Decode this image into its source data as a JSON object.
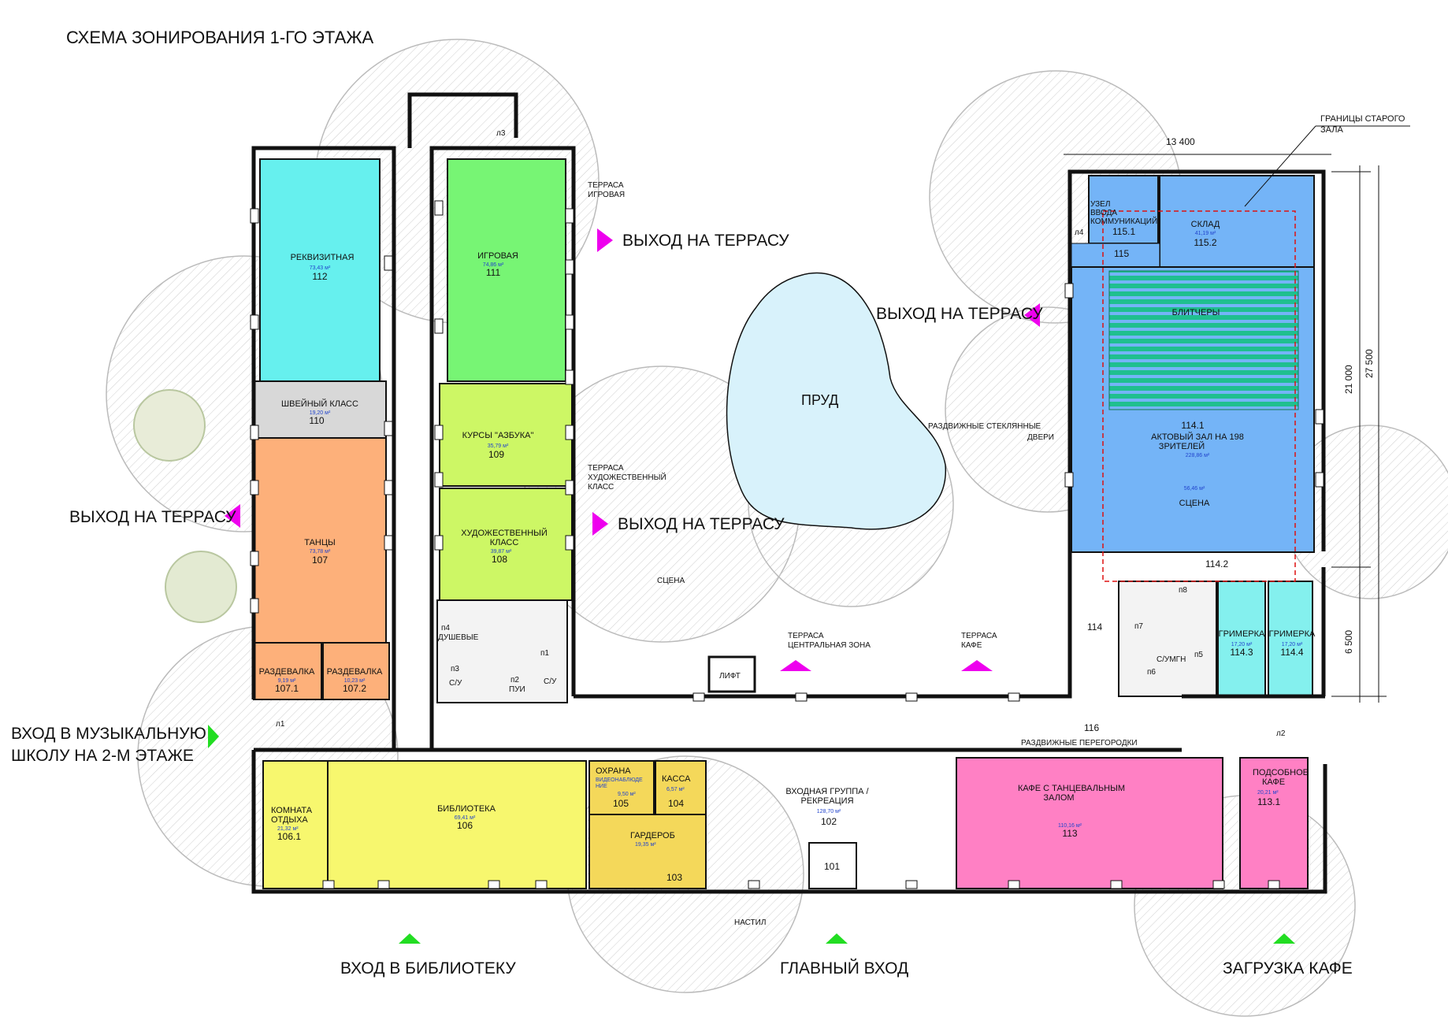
{
  "title": "СХЕМА ЗОНИРОВАНИЯ 1-ГО ЭТАЖА",
  "colors": {
    "props": "#66f0ee",
    "sewing": "#d8d8d8",
    "dance": "#fdb07a",
    "dressing": "#fdb07a",
    "playroom": "#77f574",
    "courses": "#cdf765",
    "art": "#cdf765",
    "library": "#f7f76e",
    "rest": "#f7f76e",
    "security": "#f4d85a",
    "wardrobe": "#f4d85a",
    "cafe": "#ff80c4",
    "hall": "#74b4f7",
    "makeup": "#84f0ee",
    "pond": "#d8f2fb",
    "exit_marker": "#ee00ee",
    "entry_marker": "#22dd22"
  },
  "rooms": {
    "props": {
      "label": "РЕКВИЗИТНАЯ",
      "area": "73,43 м²",
      "num": "112"
    },
    "sewing": {
      "label": "ШВЕЙНЫЙ КЛАСС",
      "area": "19,20 м²",
      "num": "110"
    },
    "dance": {
      "label": "ТАНЦЫ",
      "area": "73,78 м²",
      "num": "107"
    },
    "dressing1": {
      "label": "РАЗДЕВАЛКА",
      "area": "9,19 м²",
      "num": "107.1"
    },
    "dressing2": {
      "label": "РАЗДЕВАЛКА",
      "area": "10,23 м²",
      "num": "107.2"
    },
    "playroom": {
      "label": "ИГРОВАЯ",
      "area": "74,86 м²",
      "num": "111"
    },
    "courses": {
      "label": "КУРСЫ \"АЗБУКА\"",
      "area": "35,79 м²",
      "num": "109"
    },
    "art": {
      "label1": "ХУДОЖЕСТВЕННЫЙ",
      "label2": "КЛАСС",
      "area": "39,87 м²",
      "num": "108"
    },
    "rest": {
      "label1": "КОМНАТА",
      "label2": "ОТДЫХА",
      "area": "21,32 м²",
      "num": "106.1"
    },
    "library": {
      "label": "БИБЛИОТЕКА",
      "area": "69,41 м²",
      "num": "106"
    },
    "security": {
      "label1": "ОХРАНА",
      "label2": "ВИДЕОНАБЛЮДЕ",
      "label3": "НИЕ",
      "area": "9,50 м²",
      "num": "105"
    },
    "cashier": {
      "label": "КАССА",
      "area": "6,57 м²",
      "num": "104"
    },
    "wardrobe": {
      "label": "ГАРДЕРОБ",
      "area": "19,35 м²",
      "num": "103"
    },
    "lobby": {
      "label1": "ВХОДНАЯ ГРУППА /",
      "label2": "РЕКРЕАЦИЯ",
      "area": "128,70 м²",
      "num": "102"
    },
    "vestibule": {
      "num": "101"
    },
    "cafe": {
      "label1": "КАФЕ С ТАНЦЕВАЛЬНЫМ",
      "label2": "ЗАЛОМ",
      "area": "110,16 м²",
      "num": "113"
    },
    "cafe_utility": {
      "label1": "ПОДСОБНОЕ",
      "label2": "КАФЕ",
      "area": "20,21 м²",
      "num": "113.1"
    },
    "warehouse": {
      "label": "СКЛАД",
      "area": "41,19 м²",
      "num": "115.2"
    },
    "comm": {
      "label1": "УЗЕЛ",
      "label2": "ВВОДА",
      "label3": "КОММУНИКАЦИЙ",
      "num": "115.1"
    },
    "hall": {
      "label_bleachers": "БЛИТЧЕРЫ",
      "num": "114.1",
      "label1": "АКТОВЫЙ ЗАЛ НА 198",
      "label2": "ЗРИТЕЛЕЙ",
      "area": "228,86 м²",
      "stage_area": "56,46 м²",
      "stage": "СЦЕНА"
    },
    "makeup1": {
      "label": "ГРИМЕРКА",
      "area": "17,20 м²",
      "num": "114.3"
    },
    "makeup2": {
      "label": "ГРИМЕРКА",
      "area": "17,20 м²",
      "num": "114.4"
    },
    "corridor_114_2": "114.2",
    "corridor_114": "114",
    "corridor_115": "115",
    "corridor_116": "116"
  },
  "small_labels": {
    "showers": "ДУШЕВЫЕ",
    "wc": "С/У",
    "wc2": "С/УМГН",
    "cleaning": "ПУИ",
    "lift": "ЛИФТ",
    "n1": "п1",
    "n2": "п2",
    "n3": "п3",
    "n4": "п4",
    "n5": "п5",
    "n6": "п6",
    "n7": "п7",
    "n8": "п8",
    "l1": "л1",
    "l2": "л2",
    "l3": "л3",
    "l4": "л4",
    "sliding_partitions": "РАЗДВИЖНЫЕ ПЕРЕГОРОДКИ",
    "sliding_doors1": "РАЗДВИЖНЫЕ  СТЕКЛЯННЫЕ",
    "sliding_doors2": "ДВЕРИ",
    "deck": "НАСТИЛ",
    "stage_outdoor": "СЦЕНА",
    "terrace_play1": "ТЕРРАСА",
    "terrace_play2": "ИГРОВАЯ",
    "terrace_art1": "ТЕРРАСА",
    "terrace_art2": "ХУДОЖЕСТВЕННЫЙ",
    "terrace_art3": "КЛАСС",
    "terrace_center1": "ТЕРРАСА",
    "terrace_center2": "ЦЕНТРАЛЬНАЯ ЗОНА",
    "terrace_cafe1": "ТЕРРАСА",
    "terrace_cafe2": "КАФЕ",
    "old_hall1": "ГРАНИЦЫ СТАРОГО",
    "old_hall2": "ЗАЛА"
  },
  "pond": "ПРУД",
  "exits": {
    "terrace1": "ВЫХОД НА ТЕРРАСУ",
    "terrace2": "ВЫХОД НА ТЕРРАСУ",
    "terrace3": "ВЫХОД НА ТЕРРАСУ",
    "terrace4": "ВЫХОД НА ТЕРРАСУ"
  },
  "entrances": {
    "music1": "ВХОД В МУЗЫКАЛЬНУЮ",
    "music2": "ШКОЛУ НА 2-М ЭТАЖЕ",
    "library": "ВХОД В БИБЛИОТЕКУ",
    "main": "ГЛАВНЫЙ ВХОД",
    "cafe": "ЗАГРУЗКА КАФЕ"
  },
  "dimensions": {
    "width_top": "13 400",
    "height_a": "21 000",
    "height_b": "27 500",
    "height_c": "6 500"
  }
}
